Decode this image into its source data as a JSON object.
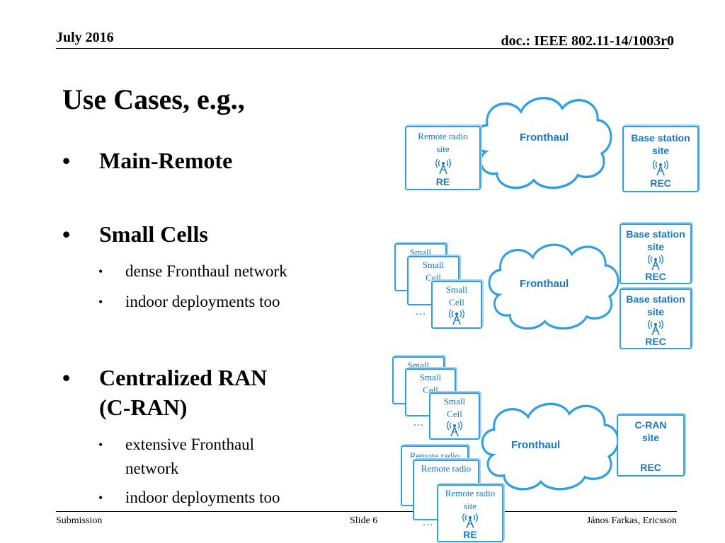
{
  "header": {
    "date": "July 2016",
    "doc": "doc.: IEEE 802.11-14/1003r0"
  },
  "footer": {
    "left": "Submission",
    "center": "Slide 6",
    "right": "János Farkas, Ericsson"
  },
  "title": "Use Cases, e.g.,",
  "bullets": {
    "main_remote": "Main-Remote",
    "small_cells": "Small Cells",
    "small_cells_sub": [
      "dense F",
      "ronthaul network",
      "indoor deployments too"
    ],
    "cran_line1": "Centralized RAN",
    "cran_line2": "(C-RAN)",
    "cran_sub": [
      "extensive Fronthaul",
      "network",
      "indoor deployments too"
    ]
  },
  "diagram": {
    "fronthaul": "Fronthaul",
    "remote_radio": "Remote radio",
    "site": "site",
    "re": "RE",
    "base_station": "Base station",
    "rec": "REC",
    "small": "Small",
    "cell": "Cell",
    "ellipsis": "…",
    "cran_site_1": "C-RAN",
    "cran_site_2": "site",
    "remote_radio_cut": "Remote radio"
  },
  "colors": {
    "accent": "#2f9fe0",
    "text_blue": "#1478c8"
  },
  "icons": [
    "antenna-icon",
    "cloud-icon"
  ]
}
